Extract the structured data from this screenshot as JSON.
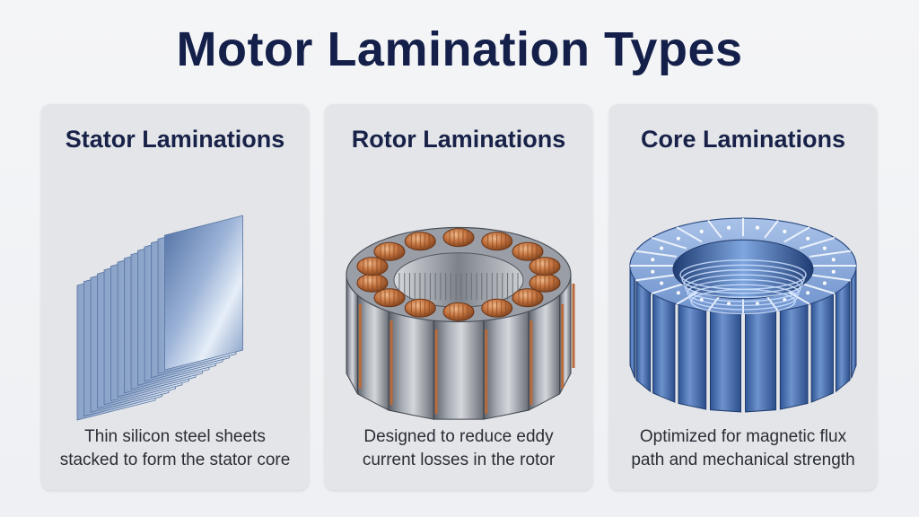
{
  "title": "Motor Lamination Types",
  "cards": [
    {
      "title": "Stator Laminations",
      "desc_line1": "Thin silicon steel sheets",
      "desc_line2": "stacked to form the stator core",
      "icon": "stacked-steel-sheets-icon"
    },
    {
      "title": "Rotor Laminations",
      "desc_line1": "Designed to reduce eddy",
      "desc_line2": "current losses in the rotor",
      "icon": "rotor-ring-with-coils-icon"
    },
    {
      "title": "Core Laminations",
      "desc_line1": "Optimized for magnetic flux",
      "desc_line2": "path and mechanical strength",
      "icon": "blue-segmented-core-ring-icon"
    }
  ],
  "colors": {
    "title": "#14204a",
    "card_bg": "#e3e5e9",
    "steel_light": "#d8e3f2",
    "steel_dark": "#6d89b4",
    "copper": "#b86a3a",
    "core_blue": "#4e78b8"
  }
}
